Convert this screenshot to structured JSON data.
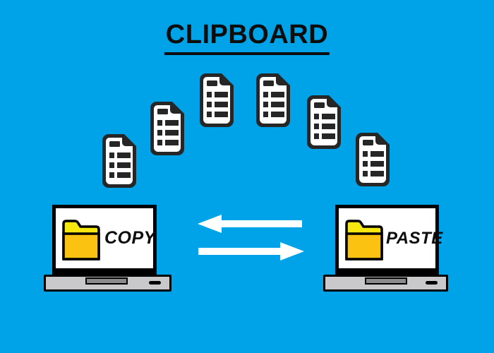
{
  "title": {
    "text": "CLIPBOARD"
  },
  "left_laptop": {
    "label": "COPY"
  },
  "right_laptop": {
    "label": "PASTE"
  },
  "documents": {
    "count": 6,
    "icon": "document-text-icon"
  },
  "arrows": [
    {
      "direction": "left",
      "icon": "arrow-left-icon"
    },
    {
      "direction": "right",
      "icon": "arrow-right-icon"
    }
  ],
  "icons": {
    "folder": "folder-icon",
    "document": "document-text-icon"
  },
  "colors": {
    "background": "#00A2E8",
    "document_dark": "#262626",
    "document_fill": "#FFFFFF",
    "folder_body": "#FCC211",
    "folder_flap": "#F6E70E",
    "laptop_base": "#C9C9CC",
    "trackpad": "#8C8C8C",
    "arrow": "#FFFFFF",
    "text": "#0D0D0D"
  }
}
